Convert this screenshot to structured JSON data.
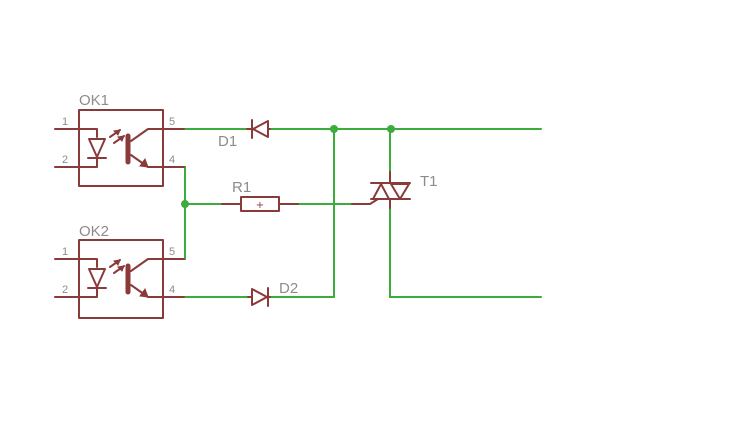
{
  "colors": {
    "component": "#8b3a3a",
    "wire": "#3cad3c",
    "label": "#8c8c8c",
    "background": "#ffffff"
  },
  "components": {
    "ok1": {
      "ref": "OK1",
      "pins": {
        "p1": "1",
        "p2": "2",
        "p4": "4",
        "p5": "5"
      }
    },
    "ok2": {
      "ref": "OK2",
      "pins": {
        "p1": "1",
        "p2": "2",
        "p4": "4",
        "p5": "5"
      }
    },
    "d1": {
      "ref": "D1"
    },
    "d2": {
      "ref": "D2"
    },
    "r1": {
      "ref": "R1",
      "mark": "+"
    },
    "t1": {
      "ref": "T1"
    }
  }
}
